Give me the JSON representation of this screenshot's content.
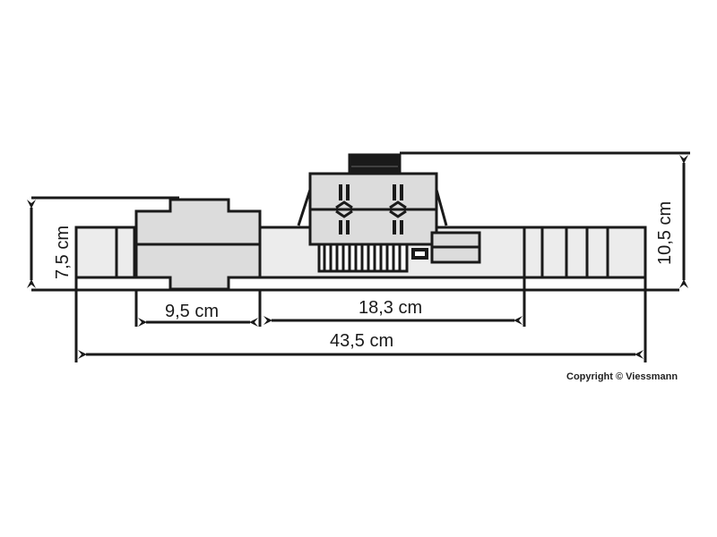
{
  "dimensions": {
    "height_left": "7,5 cm",
    "height_right": "10,5 cm",
    "module_width": "9,5 cm",
    "building_span": "18,3 cm",
    "total_length": "43,5 cm"
  },
  "copyright": "Copyright © Viessmann",
  "colors": {
    "line": "#1a1a1a",
    "fill_light": "#ececec",
    "fill_mid": "#dcdcdc"
  }
}
